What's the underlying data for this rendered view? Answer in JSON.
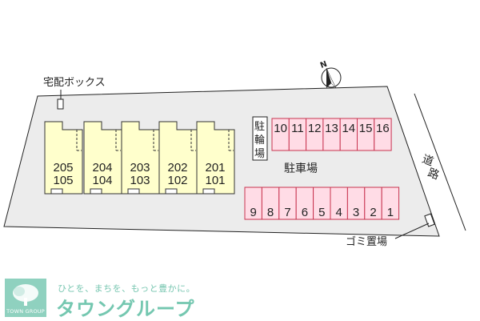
{
  "labels": {
    "delivery_box": "宅配ボックス",
    "bike_parking": [
      "駐",
      "輪",
      "場"
    ],
    "parking": "駐車場",
    "road": [
      "道",
      "路"
    ],
    "garbage": "ゴミ置場",
    "north": "N"
  },
  "units": [
    {
      "upper": "205",
      "lower": "105"
    },
    {
      "upper": "204",
      "lower": "104"
    },
    {
      "upper": "203",
      "lower": "103"
    },
    {
      "upper": "202",
      "lower": "102"
    },
    {
      "upper": "201",
      "lower": "101"
    }
  ],
  "parking_top": [
    "10",
    "11",
    "12",
    "13",
    "14",
    "15",
    "16"
  ],
  "parking_bottom": [
    "9",
    "8",
    "7",
    "6",
    "5",
    "4",
    "3",
    "2",
    "1"
  ],
  "brand": {
    "logo_text": "TOWN GROUP",
    "tagline": "ひとを、まちを、もっと豊かに。",
    "name": "タウングループ",
    "colors": {
      "primary": "#74c7b0",
      "logo_bg": "#8fd1bf"
    }
  },
  "colors": {
    "lot": "#ececec",
    "unit_fill": "#ffffcc",
    "parking_fill": "#ffdce6",
    "parking_stroke": "#c8334f"
  }
}
